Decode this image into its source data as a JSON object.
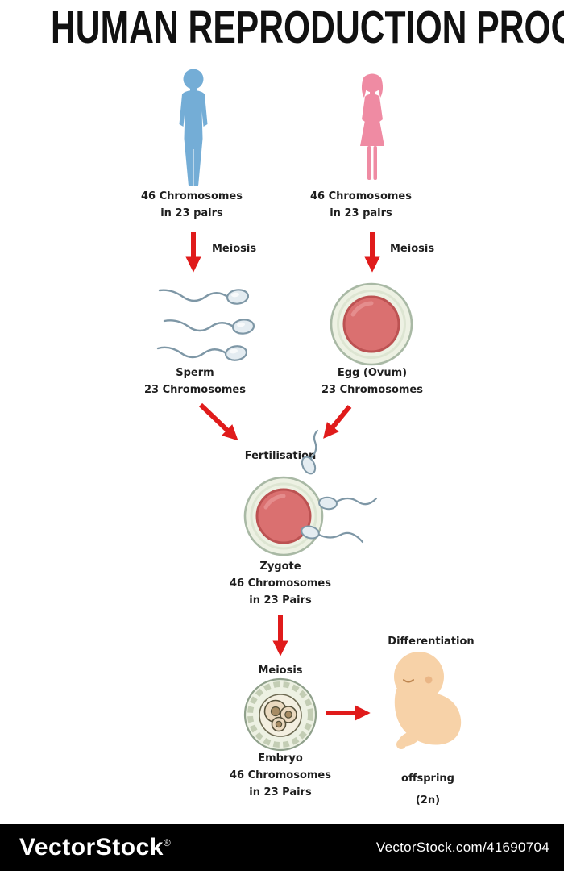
{
  "title": "HUMAN REPRODUCTION PROCESS",
  "male": {
    "caption1": "46 Chromosomes",
    "caption2": "in 23 pairs",
    "process": "Meiosis"
  },
  "female": {
    "caption1": "46 Chromosomes",
    "caption2": "in 23 pairs",
    "process": "Meiosis"
  },
  "sperm": {
    "name": "Sperm",
    "chromosomes": "23 Chromosomes"
  },
  "egg": {
    "name": "Egg (Ovum)",
    "chromosomes": "23 Chromosomes"
  },
  "fertilisation": {
    "label": "Fertilisation"
  },
  "zygote": {
    "name": "Zygote",
    "chromosomes": "46 Chromosomes",
    "pairs": "in 23 Pairs",
    "process": "Meiosis"
  },
  "embryo": {
    "name": "Embryo",
    "chromosomes": "46 Chromosomes",
    "pairs": "in 23 Pairs"
  },
  "differentiation": {
    "label": "Differentiation"
  },
  "offspring": {
    "name": "offspring",
    "ploidy": "(2n)"
  },
  "watermark": {
    "brand": "VectorStock",
    "registered": "®",
    "ref": "VectorStock.com/41690704"
  },
  "colors": {
    "male_figure": "#74add6",
    "female_figure": "#ef8ba3",
    "arrow_red": "#e01b1b",
    "egg_outer": "#edf1e3",
    "egg_inner": "#da7070",
    "sperm_body": "#e4ecf1",
    "fetus_skin": "#f7d2a8",
    "watermark_bar": "#000000"
  }
}
